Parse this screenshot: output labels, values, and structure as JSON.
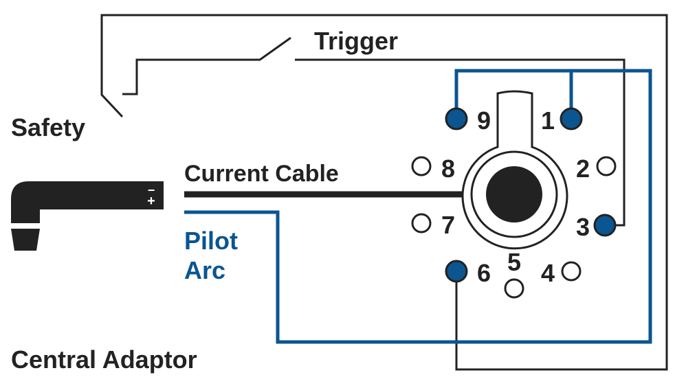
{
  "colors": {
    "wire_black": "#222222",
    "wire_blue": "#0b5591",
    "background": "#ffffff"
  },
  "labels": {
    "trigger": "Trigger",
    "safety": "Safety",
    "current_cable": "Current Cable",
    "pilot_line1": "Pilot",
    "pilot_line2": "Arc",
    "central_adaptor": "Central Adaptor",
    "torch_polarity": "−\n+"
  },
  "pins": [
    {
      "number": "1",
      "connected": true
    },
    {
      "number": "2",
      "connected": false
    },
    {
      "number": "3",
      "connected": true
    },
    {
      "number": "4",
      "connected": false
    },
    {
      "number": "5",
      "connected": false
    },
    {
      "number": "6",
      "connected": true
    },
    {
      "number": "7",
      "connected": false
    },
    {
      "number": "8",
      "connected": false
    },
    {
      "number": "9",
      "connected": true
    }
  ]
}
